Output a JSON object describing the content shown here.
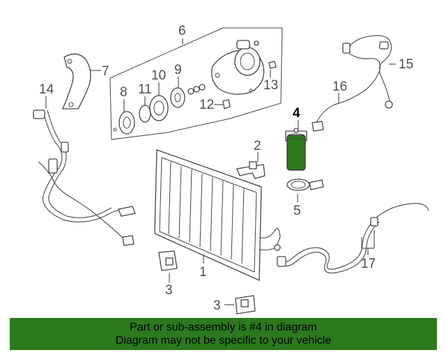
{
  "callouts": {
    "c1": "1",
    "c2": "2",
    "c3a": "3",
    "c3b": "3",
    "c4": "4",
    "c5": "5",
    "c6": "6",
    "c7": "7",
    "c8": "8",
    "c9": "9",
    "c10": "10",
    "c11": "11",
    "c12": "12",
    "c13": "13",
    "c14": "14",
    "c15": "15",
    "c16": "16",
    "c17": "17"
  },
  "highlight_color": "#2b7a1d",
  "banner": {
    "line1": "Part or sub-assembly is #4 in diagram",
    "line2": "Diagram may not be specific to your vehicle"
  }
}
